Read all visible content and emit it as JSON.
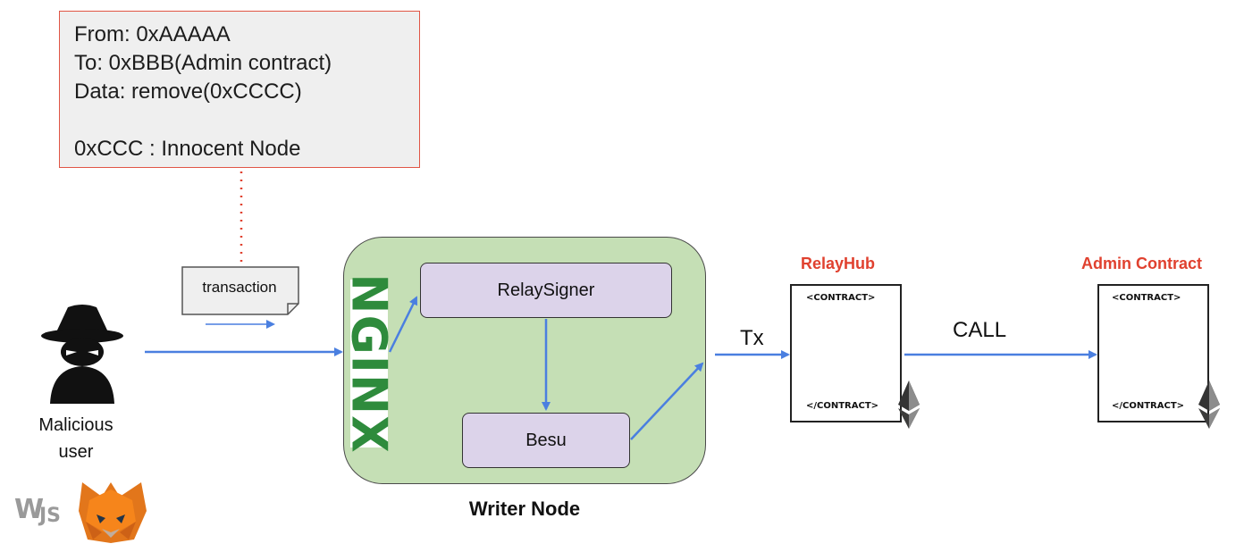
{
  "tx_details": {
    "from": "From: 0xAAAAA",
    "to": "To: 0xBBB(Admin contract)",
    "data": "Data: remove(0xCCCC)",
    "note": "0xCCC : Innocent Node"
  },
  "transaction_label": "transaction",
  "user": {
    "line1": "Malicious",
    "line2": "user"
  },
  "writer_node": {
    "title": "Writer Node",
    "nginx": "NGINX",
    "relaysigner": "RelaySigner",
    "besu": "Besu"
  },
  "tx_label": "Tx",
  "call_label": "CALL",
  "relayhub": {
    "title": "RelayHub",
    "open_tag": "<CONTRACT>",
    "close_tag": "</CONTRACT>"
  },
  "admin_contract": {
    "title": "Admin Contract",
    "open_tag": "<CONTRACT>",
    "close_tag": "</CONTRACT>"
  },
  "colors": {
    "arrow": "#4a7fe0",
    "highlight": "#e0412f",
    "node_bg": "#c5dfb5",
    "process_bg": "#dcd3ea",
    "nginx": "#2e8b3c"
  },
  "icons": [
    "spy-icon",
    "web3js-logo",
    "metamask-fox-icon",
    "ethereum-icon"
  ]
}
